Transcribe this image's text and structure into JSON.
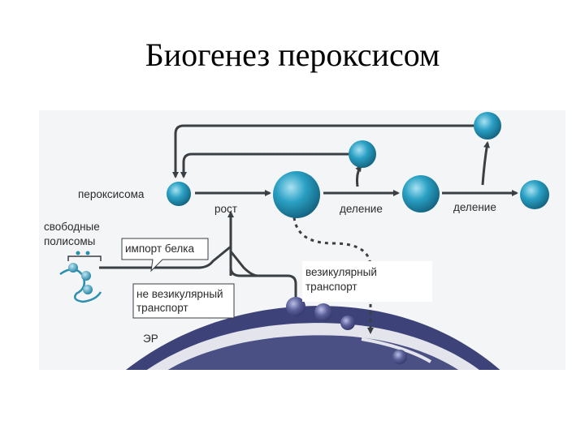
{
  "slide": {
    "title": "Биогенез пероксисом"
  },
  "labels": {
    "peroxisome": "пероксисома",
    "growth": "рост",
    "division_1": "деление",
    "division_2": "деление",
    "free_polysomes_line1": "свободные",
    "free_polysomes_line2": "полисомы",
    "protein_import": "импорт белка",
    "non_vesicular_line1": "не везикулярный",
    "non_vesicular_line2": "транспорт",
    "vesicular_line1": "везикулярный",
    "vesicular_line2": "транспорт",
    "er": "ЭР"
  },
  "colors": {
    "organelle": "#1f8fb0",
    "organelle_highlight": "#9fdcef",
    "er_membrane": "#4a4f84",
    "er_inner": "#e8e8ee",
    "arrow": "#3a3f44",
    "panel": "#f4f5f6"
  }
}
